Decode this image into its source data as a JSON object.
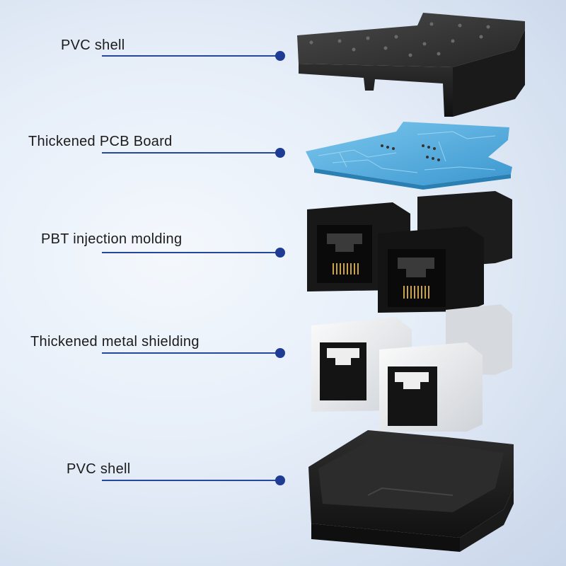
{
  "labels": [
    "PVC shell",
    "Thickened PCB Board",
    "PBT injection molding",
    "Thickened metal shielding",
    "PVC shell"
  ],
  "colors": {
    "accent_dot": "#1f3c94",
    "leader_line": "#27489a",
    "pcb": "#4aa8db",
    "plastic": "#1e1e1e",
    "shield": "#e9ecef"
  }
}
